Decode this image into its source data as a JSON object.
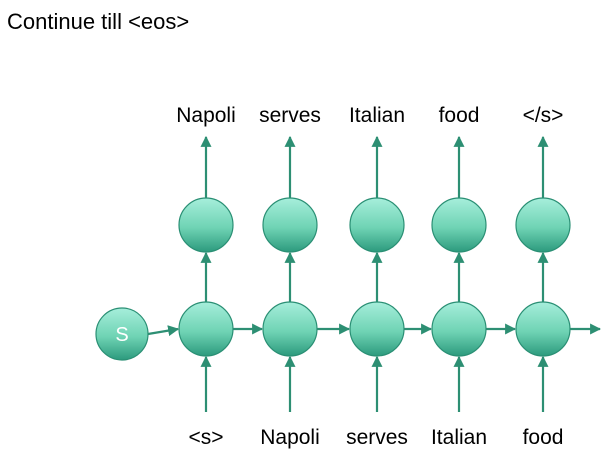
{
  "slide": {
    "title": "Continue till <eos>"
  },
  "diagram": {
    "initial_state_label": "S",
    "input_tokens": [
      "<s>",
      "Napoli",
      "serves",
      "Italian",
      "food"
    ],
    "output_tokens": [
      "Napoli",
      "serves",
      "Italian",
      "food",
      "</s>"
    ]
  },
  "colors": {
    "node_fill_top": "#a6eedb",
    "node_fill_bottom": "#2c9a7d",
    "node_stroke": "#2a8f74",
    "arrow": "#2d8f73"
  }
}
